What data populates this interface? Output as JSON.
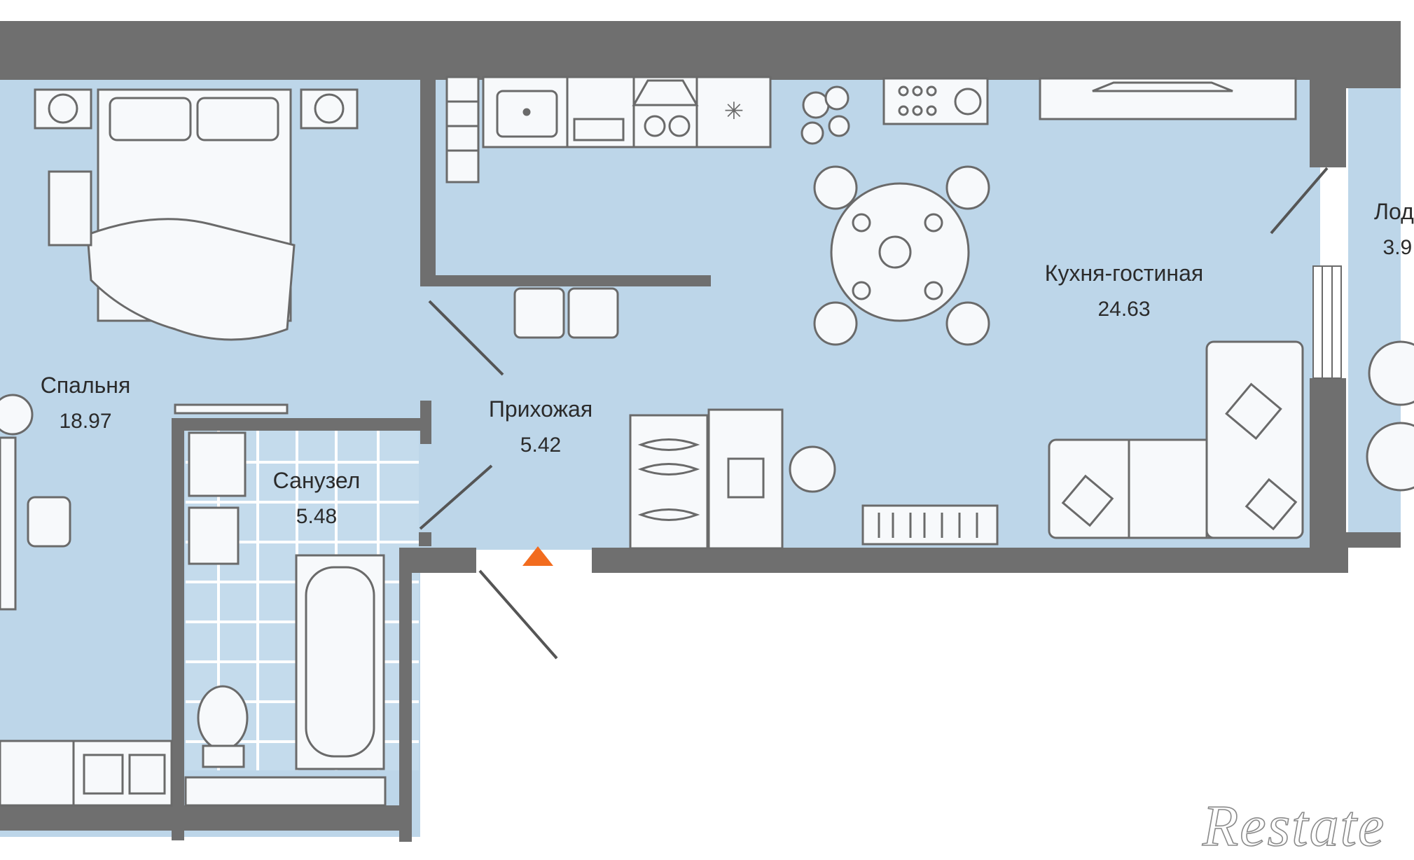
{
  "rooms": {
    "bedroom": {
      "name": "Спальня",
      "area": "18.97"
    },
    "bathroom": {
      "name": "Санузел",
      "area": "5.48"
    },
    "hallway": {
      "name": "Прихожая",
      "area": "5.42"
    },
    "kitchen": {
      "name": "Кухня-гостиная",
      "area": "24.63"
    },
    "loggia": {
      "name": "Лод",
      "area": "3.9"
    }
  },
  "watermark": "Restate",
  "colors": {
    "wall": "#6f6f6f",
    "floor": "#bdd6e9",
    "tile": "#ffffff",
    "furniture_fill": "#f7f9fb",
    "furniture_line": "#6a6a6a",
    "entrance_marker": "#f26c1f"
  }
}
